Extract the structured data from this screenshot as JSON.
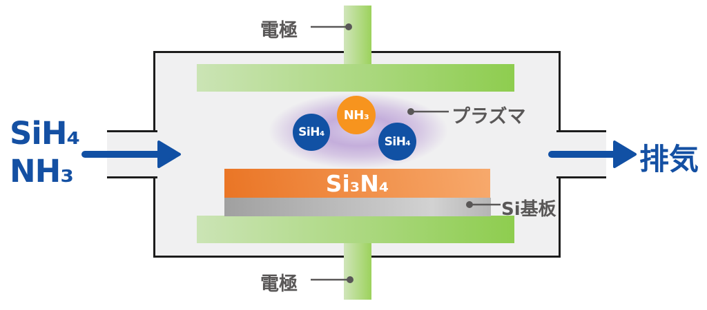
{
  "colors": {
    "chamber_fill": "#f0f0f1",
    "chamber_border": "#1c1c1c",
    "electrode_green_light": "#cbe4b5",
    "electrode_green_dark": "#8ecd4f",
    "plasma_purple": "#c4aedb",
    "sih4_circle_blue": "#1151a4",
    "nh3_circle_orange": "#f7941e",
    "film_orange": "#ea7525",
    "substrate_gray": "#a0a0a0",
    "arrow_blue": "#1150a4",
    "gas_text_blue": "#1450a3",
    "label_gray": "#595757"
  },
  "inlet": {
    "gas_line1": "SiH₄",
    "gas_line2": "NH₃"
  },
  "exhaust": {
    "label": "排気"
  },
  "electrodes": {
    "top_label": "電極",
    "bottom_label": "電極"
  },
  "plasma": {
    "label": "プラズマ",
    "molecules": [
      {
        "formula": "SiH₄",
        "color": "#1151a4"
      },
      {
        "formula": "NH₃",
        "color": "#f7941e"
      },
      {
        "formula": "SiH₄",
        "color": "#1151a4"
      }
    ]
  },
  "film": {
    "formula": "Si₃N₄"
  },
  "substrate": {
    "label": "Si基板"
  }
}
